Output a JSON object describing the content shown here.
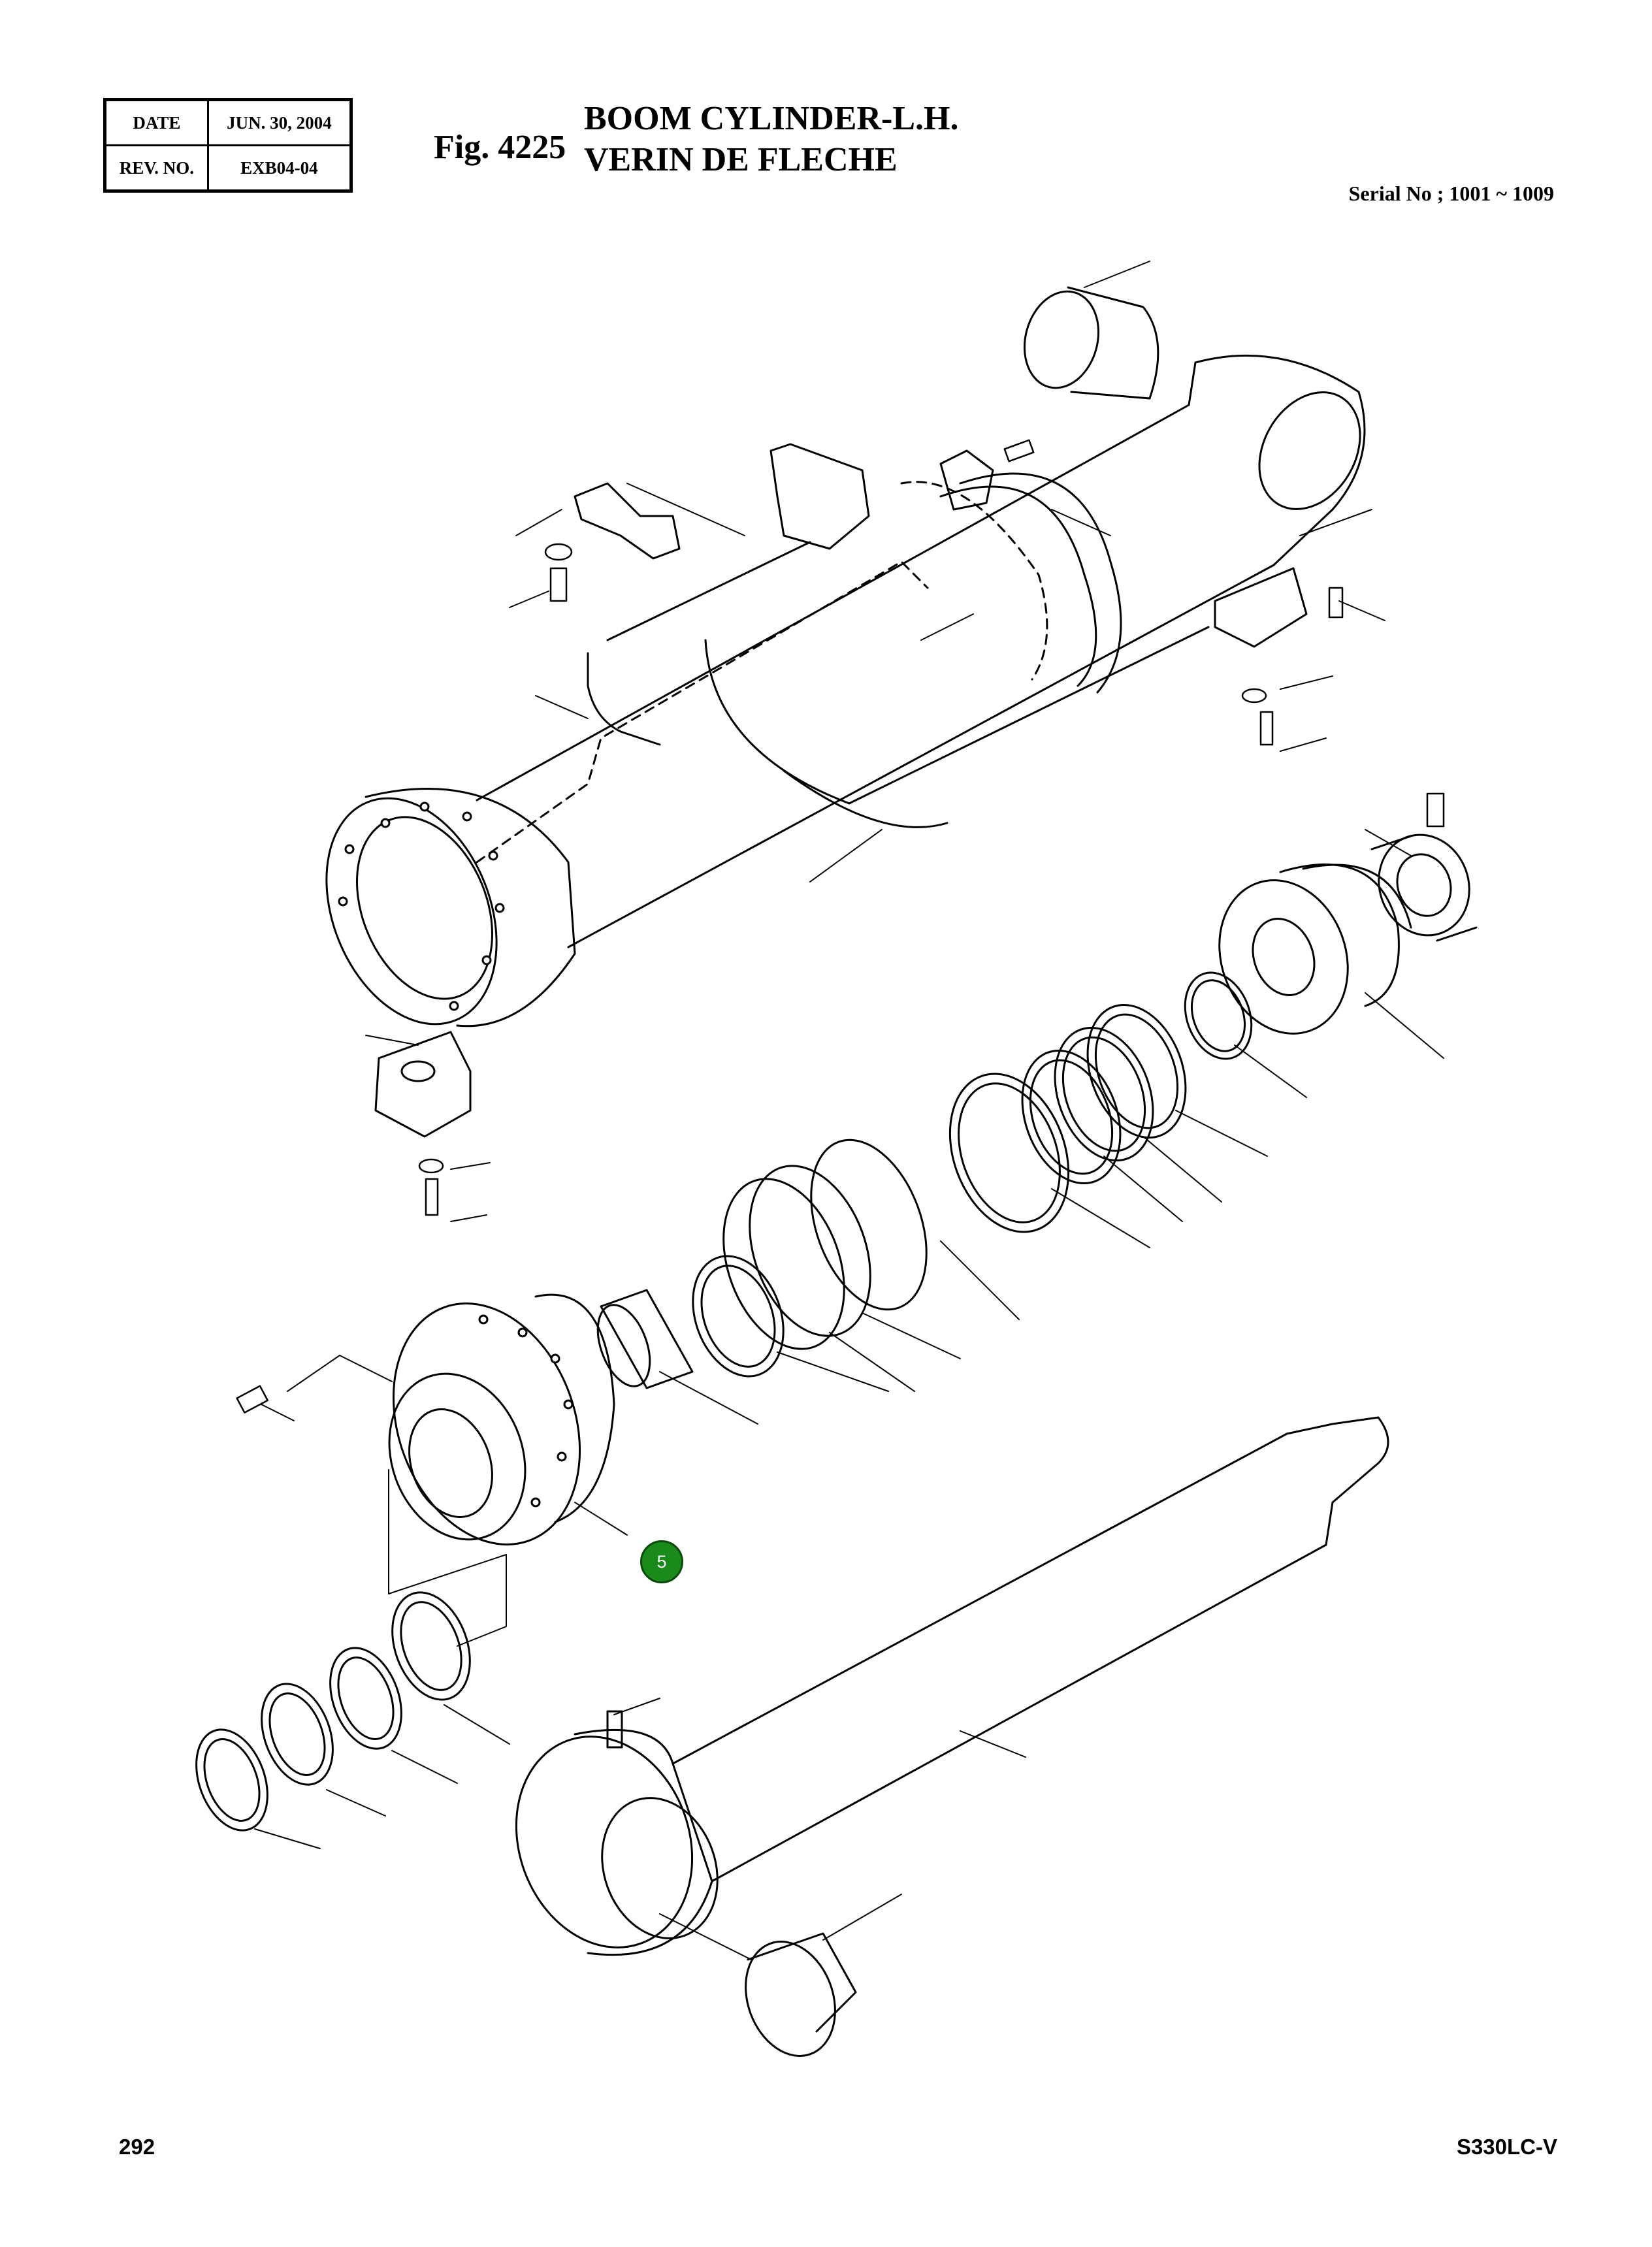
{
  "header": {
    "date_label": "DATE",
    "date_value": "JUN. 30, 2004",
    "rev_label": "REV. NO.",
    "rev_value": "EXB04-04"
  },
  "figure": {
    "number": "Fig. 4225",
    "title_en": "BOOM CYLINDER-L.H.",
    "title_fr": "VERIN DE FLECHE",
    "serial": "Serial No ; 1001 ~ 1009"
  },
  "callouts": [
    {
      "label": "5",
      "color": "#1a8a1a"
    }
  ],
  "footer": {
    "page": "292",
    "model": "S330LC-V"
  }
}
